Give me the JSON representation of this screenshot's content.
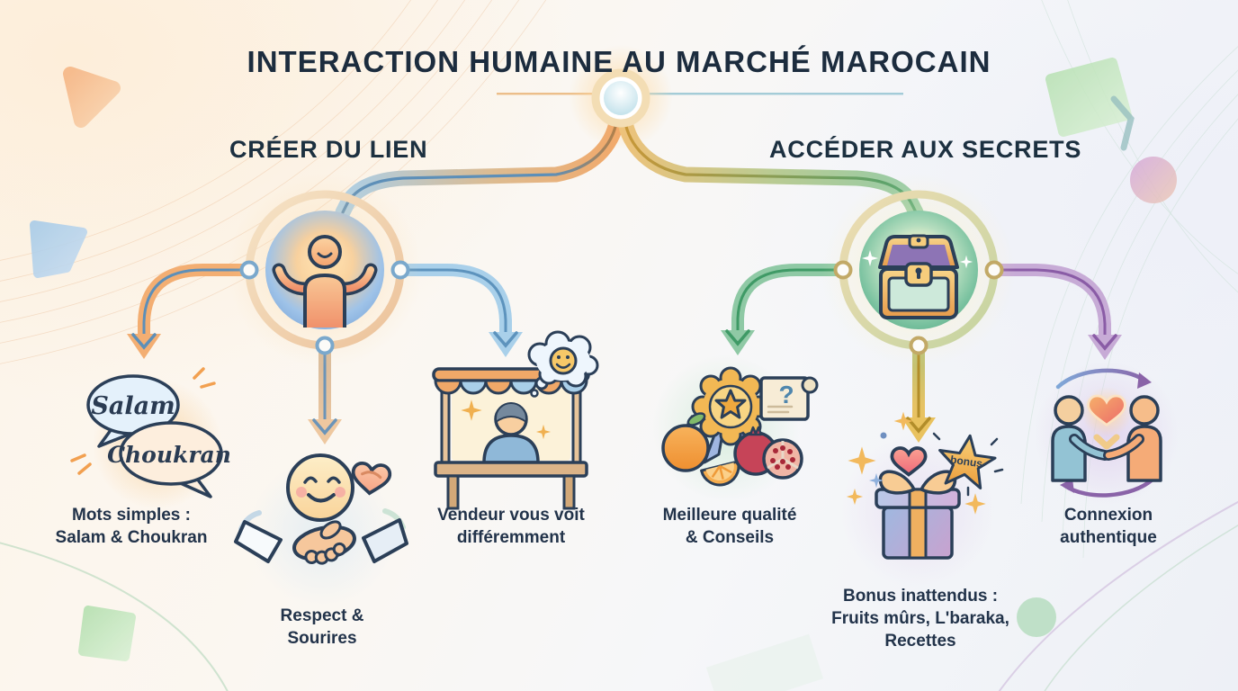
{
  "title": "INTERACTION HUMAINE AU MARCHÉ MAROCAIN",
  "branches": {
    "left": {
      "heading": "CRÉER DU LIEN",
      "node_icon": "open-arms-person-icon",
      "leaves": [
        {
          "icon": "salam-choukran-speech-bubbles-icon",
          "bubble_1": "Salam",
          "bubble_2": "Choukran",
          "label": "Mots simples :\nSalam & Choukran"
        },
        {
          "icon": "smiley-handshake-heart-icon",
          "label": "Respect &\nSourires"
        },
        {
          "icon": "market-stall-vendor-icon",
          "label": "Vendeur vous voit\ndifféremment"
        }
      ]
    },
    "right": {
      "heading": "ACCÉDER AUX SECRETS",
      "node_icon": "treasure-chest-icon",
      "leaves": [
        {
          "icon": "quality-badge-fruits-icon",
          "scroll_mark": "?",
          "label": "Meilleure qualité\n& Conseils"
        },
        {
          "icon": "gift-bonus-star-icon",
          "star_text": "bonus",
          "label": "Bonus inattendus :\nFruits mûrs, L'baraka,\nRecettes"
        },
        {
          "icon": "authentic-connection-icon",
          "label": "Connexion\nauthentique"
        }
      ]
    }
  },
  "colors": {
    "title_text": "#1c2c3e",
    "label_text": "#22334a",
    "outline_navy": "#2b3f58",
    "connector_orange": "#f2a96a",
    "connector_blue": "#a9d0ea",
    "connector_green": "#8fc9a5",
    "connector_gold": "#e9c25e",
    "connector_purple": "#c7abd6",
    "connector_tan": "#e9c6a2"
  }
}
